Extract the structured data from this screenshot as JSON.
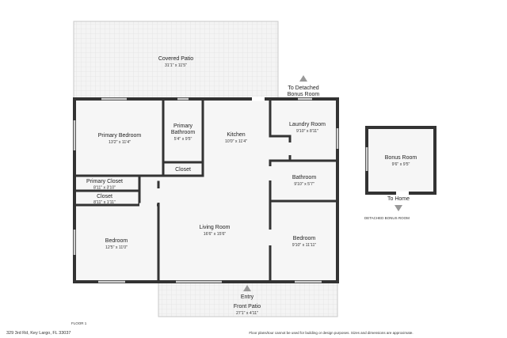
{
  "rooms": {
    "covered_patio": {
      "name": "Covered Patio",
      "dim": "31'1\" x 11'5\""
    },
    "primary_bedroom": {
      "name": "Primary Bedroom",
      "dim": "13'2\" x 11'4\""
    },
    "primary_bathroom": {
      "name1": "Primary",
      "name2": "Bathroom",
      "dim": "5'4\" x 9'5\""
    },
    "closet_a": {
      "name": "Closet"
    },
    "kitchen": {
      "name": "Kitchen",
      "dim": "10'0\" x 11'4\""
    },
    "laundry_room": {
      "name": "Laundry Room",
      "dim": "9'10\" x 8'11\""
    },
    "bathroom": {
      "name": "Bathroom",
      "dim": "9'10\" x 5'7\""
    },
    "primary_closet": {
      "name": "Primary Closet",
      "dim": "8'11\" x 3'10\""
    },
    "closet_b": {
      "name": "Closet",
      "dim": "8'11\" x 1'11\""
    },
    "bedroom_left": {
      "name": "Bedroom",
      "dim": "12'5\" x 11'0\""
    },
    "living_room": {
      "name": "Living Room",
      "dim": "16'6\" x 15'6\""
    },
    "bedroom_right": {
      "name": "Bedroom",
      "dim": "9'10\" x 11'11\""
    },
    "front_patio": {
      "name": "Front Patio",
      "dim": "27'1\" x 4'11\""
    },
    "bonus_room": {
      "name": "Bonus Room",
      "dim": "9'6\" x 9'5\""
    }
  },
  "markers": {
    "to_detached_line1": "To Detached",
    "to_detached_line2": "Bonus Room",
    "to_home": "To Home",
    "entry": "Entry"
  },
  "labels": {
    "detached_bonus_room": "DETACHED BONUS ROOM",
    "floor": "FLOOR 1",
    "address": "329 3rd Rd, Key Largo, FL 33037",
    "disclaimer": "Floor plans/tour cannot be used for building or design purposes. Sizes and dimensions are approximate."
  }
}
